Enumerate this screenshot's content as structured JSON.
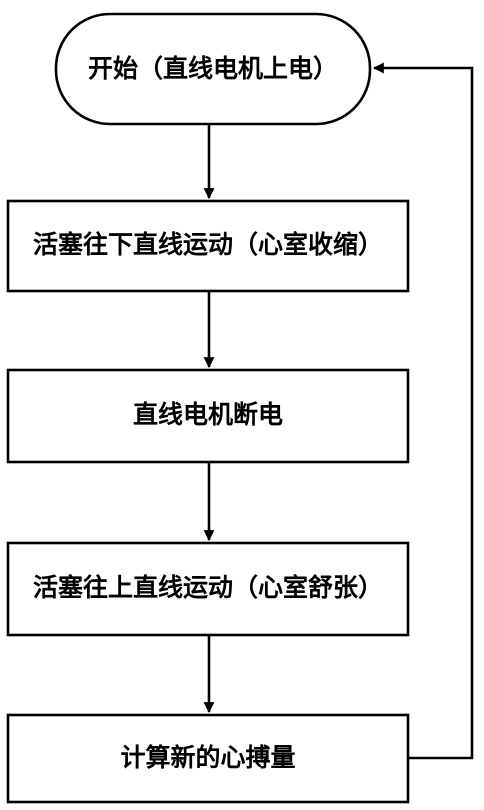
{
  "nodes": {
    "start": "开始（直线电机上电）",
    "piston_down": "活塞往下直线运动（心室收缩）",
    "motor_off": "直线电机断电",
    "piston_up": "活塞往上直线运动（心室舒张）",
    "calculate": "计算新的心搏量"
  }
}
